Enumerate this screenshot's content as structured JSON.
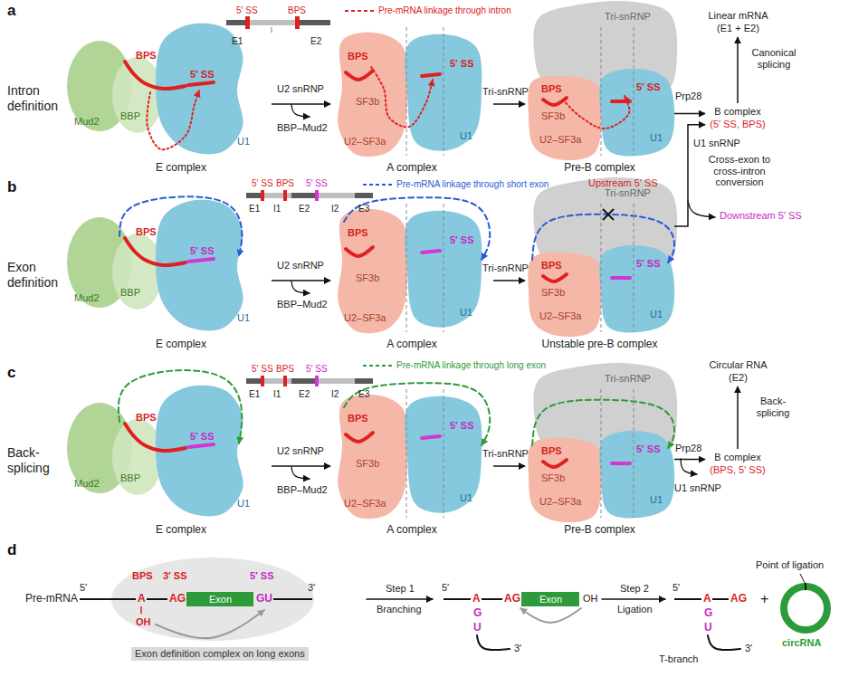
{
  "diagram": {
    "nodes": [
      {
        "text": [
          "E complex"
        ]
      },
      {
        "text": [
          "A complex"
        ]
      },
      {
        "text": [
          "Pre-B complex"
        ]
      },
      {
        "text": [
          "B complex",
          "(5′ SS, BPS)"
        ]
      },
      {
        "text": [
          "Linear mRNA",
          "(E1 + E2)"
        ]
      },
      {
        "text": [
          "E complex"
        ]
      },
      {
        "text": [
          "A complex"
        ]
      },
      {
        "text": [
          "Unstable pre-B complex"
        ]
      },
      {
        "text": [
          "E complex"
        ]
      },
      {
        "text": [
          "A complex"
        ]
      },
      {
        "text": [
          "Pre-B complex"
        ]
      },
      {
        "text": [
          "B complex",
          "(BPS, 5′ SS)"
        ]
      },
      {
        "text": [
          "Circular RNA",
          "(E2)"
        ]
      }
    ],
    "edges": [
      {
        "from": 0,
        "to": 1,
        "arrow": "to",
        "label": "U2 snRNP"
      },
      {
        "from": 1,
        "to": 2,
        "arrow": "to",
        "label": "Tri-snRNP"
      },
      {
        "from": 2,
        "to": 3,
        "arrow": "to",
        "label": "Prp28"
      },
      {
        "from": 3,
        "to": 4,
        "arrow": "to",
        "label": "Canonical splicing"
      },
      {
        "from": 5,
        "to": 6,
        "arrow": "to",
        "label": "U2 snRNP"
      },
      {
        "from": 6,
        "to": 7,
        "arrow": "to",
        "label": "Tri-snRNP"
      },
      {
        "from": 7,
        "to": 3,
        "arrow": "to",
        "label": "Cross-exon to cross-intron conversion"
      },
      {
        "from": 8,
        "to": 9,
        "arrow": "to",
        "label": "U2 snRNP"
      },
      {
        "from": 9,
        "to": 10,
        "arrow": "to",
        "label": "Tri-snRNP"
      },
      {
        "from": 10,
        "to": 11,
        "arrow": "to",
        "label": "Prp28"
      },
      {
        "from": 11,
        "to": 12,
        "arrow": "to",
        "label": "Back-splicing"
      }
    ],
    "labels": [
      "a",
      "5′ SS",
      "BPS",
      "E1",
      "E2",
      "Intron definition",
      "Mud2",
      "BBP",
      "BPS",
      "5′ SS",
      "U1",
      "BBP–Mud2",
      "BPS",
      "SF3b",
      "U2–SF3a",
      "5′ SS",
      "U1",
      "Tri-snRNP",
      "BPS",
      "SF3b",
      "U2–SF3a",
      "5′ SS",
      "U1",
      "U1 snRNP",
      "Upstream 5′ SS",
      "Downstream 5′ SS",
      "b",
      "5′ SS",
      "BPS",
      "5′ SS",
      "E1",
      "I1",
      "E2",
      "I2",
      "E3",
      "Exon definition",
      "Mud2",
      "BBP",
      "BPS",
      "5′ SS",
      "U1",
      "BBP–Mud2",
      "BPS",
      "SF3b",
      "U2–SF3a",
      "5′ SS",
      "U1",
      "Tri-snRNP",
      "BPS",
      "SF3b",
      "U2–SF3a",
      "5′ SS",
      "U1",
      "c",
      "5′ SS",
      "BPS",
      "5′ SS",
      "E1",
      "I1",
      "E2",
      "I2",
      "E3",
      "Back-splicing",
      "Mud2",
      "BBP",
      "BPS",
      "5′ SS",
      "U1",
      "BBP–Mud2",
      "BPS",
      "SF3b",
      "U2–SF3a",
      "5′ SS",
      "U1",
      "Tri-snRNP",
      "BPS",
      "SF3b",
      "U2–SF3a",
      "5′ SS",
      "U1",
      "U1 snRNP",
      "d",
      "Pre-mRNA",
      "5′",
      "BPS",
      "3′ SS",
      "5′ SS",
      "A",
      "AG",
      "Exon",
      "GU",
      "3′",
      "OH",
      "Exon definition complex on long exons",
      "Step 1",
      "Branching",
      "5′",
      "A",
      "AG",
      "Exon",
      "OH",
      "G",
      "U",
      "3′",
      "Step 2",
      "Ligation",
      "5′",
      "A",
      "AG",
      "G",
      "U",
      "3′",
      "T-branch",
      "+",
      "Point of ligation",
      "circRNA"
    ],
    "legend": [
      {
        "text": "Pre-mRNA linkage through intron"
      },
      {
        "text": "Pre-mRNA linkage through short exon"
      },
      {
        "text": "Pre-mRNA linkage through long exon"
      }
    ]
  }
}
